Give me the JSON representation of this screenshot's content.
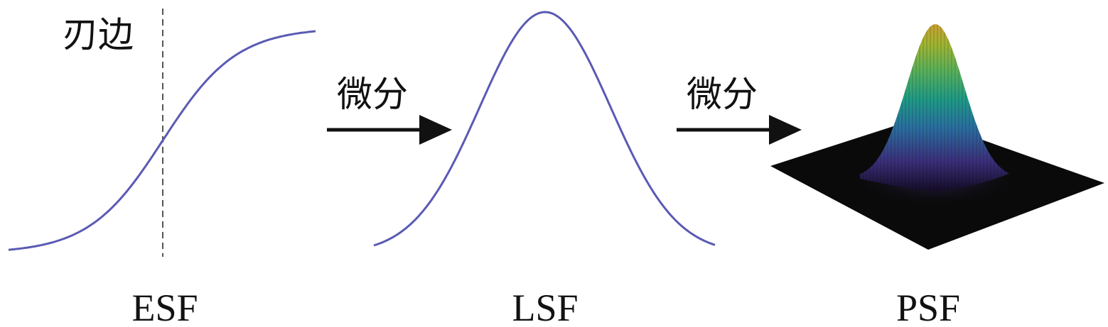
{
  "panels": {
    "esf": {
      "caption": "ESF",
      "edge_label": "刃边"
    },
    "lsf": {
      "caption": "LSF"
    },
    "psf": {
      "caption": "PSF"
    }
  },
  "arrows": {
    "first": {
      "label": "微分"
    },
    "second": {
      "label": "微分"
    }
  },
  "colors": {
    "curve": "#5a5ab4",
    "dashed_edge": "#555555",
    "arrow": "#111111",
    "surface_base": "#0a0a0a",
    "surface_colormap": [
      "#1a0f30",
      "#3b2f7a",
      "#2a6ea0",
      "#1f9a86",
      "#58b05a",
      "#a0b432",
      "#c8a032"
    ]
  },
  "icons": {
    "arrow": "right-arrow-icon",
    "surface": "gaussian-surface-icon"
  }
}
